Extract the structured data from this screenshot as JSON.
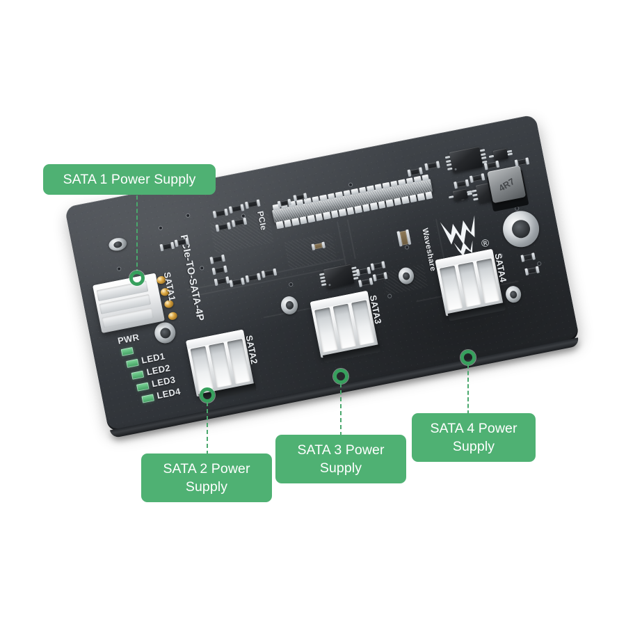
{
  "scene": {
    "subject": "Waveshare PCIe-TO-SATA-4P HAT annotated product photo",
    "background_color": "#ffffff",
    "accent_color": "#4fb173",
    "accent_line_color": "#37a05d",
    "pcb_color": "#33373c"
  },
  "callouts": [
    {
      "id": "sata1",
      "label": "SATA 1 Power Supply",
      "marker": "ring-marker",
      "connector": "dashed-line"
    },
    {
      "id": "sata2",
      "label": "SATA 2 Power\nSupply",
      "marker": "ring-marker",
      "connector": "dashed-line"
    },
    {
      "id": "sata3",
      "label": "SATA 3 Power\nSupply",
      "marker": "ring-marker",
      "connector": "dashed-line"
    },
    {
      "id": "sata4",
      "label": "SATA 4 Power\nSupply",
      "marker": "ring-marker",
      "connector": "dashed-line"
    }
  ],
  "board": {
    "silkscreen": {
      "product": "PCIe-TO-SATA-4P",
      "pcie_connector": "PCIe",
      "power_led": "PWR",
      "status_leds": [
        "LED1",
        "LED2",
        "LED3",
        "LED4"
      ],
      "sata_ports": [
        "SATA1",
        "SATA2",
        "SATA3",
        "SATA4"
      ],
      "brand": "Waveshare",
      "brand_mark": "®"
    },
    "components": {
      "inductor_marking": "4R7"
    }
  }
}
